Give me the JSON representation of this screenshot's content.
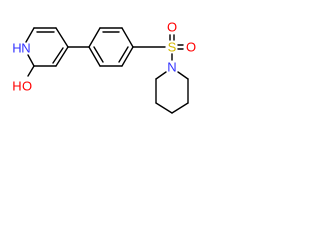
{
  "molecule": {
    "atoms": {
      "n_pyridine": {
        "label": "N",
        "color": "#3333ff"
      },
      "o_hydroxy": {
        "label": "O",
        "color": "#ff0000"
      },
      "s_sulfonyl": {
        "label": "S",
        "color": "#d4b800"
      },
      "o_sulfonyl_top": {
        "label": "O",
        "color": "#ff0000"
      },
      "o_sulfonyl_right": {
        "label": "O",
        "color": "#ff0000"
      },
      "n_piperidine": {
        "label": "N",
        "color": "#3333ff"
      },
      "h_pyridine": {
        "label": "H",
        "color": "#3333ff"
      },
      "h_hydroxy": {
        "label": "H",
        "color": "#ff0000"
      }
    },
    "bond_color": "#000000"
  }
}
